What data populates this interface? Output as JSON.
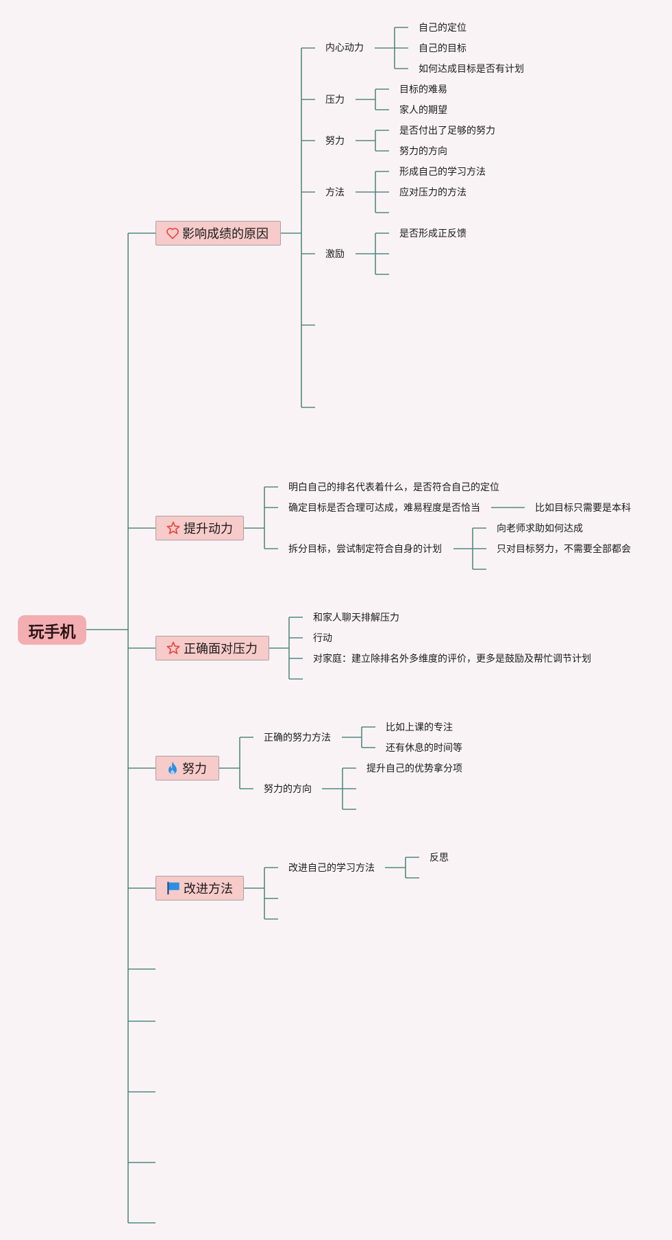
{
  "root": "玩手机",
  "colors": {
    "line": "#4f8a7c",
    "root_fill": "#f3aeb1",
    "topic_fill": "#f6cbca",
    "background": "#faf3f5"
  },
  "topics": [
    {
      "label": "影响成绩的原因",
      "icon": "heart-outline-icon",
      "children": [
        {
          "label": "内心动力",
          "children": [
            "自己的定位",
            "自己的目标",
            "如何达成目标是否有计划"
          ]
        },
        {
          "label": "压力",
          "children": [
            "目标的难易",
            "家人的期望"
          ]
        },
        {
          "label": "努力",
          "children": [
            "是否付出了足够的努力",
            "努力的方向"
          ]
        },
        {
          "label": "方法",
          "children": [
            "形成自己的学习方法",
            "应对压力的方法"
          ]
        },
        {
          "label": "激励",
          "children": [
            "是否形成正反馈"
          ]
        }
      ]
    },
    {
      "label": "提升动力",
      "icon": "star-outline-icon",
      "children": [
        {
          "label": "明白自己的排名代表着什么，是否符合自己的定位"
        },
        {
          "label": "确定目标是否合理可达成，难易程度是否恰当",
          "children": [
            "比如目标只需要是本科"
          ]
        },
        {
          "label": "拆分目标，尝试制定符合自身的计划",
          "children": [
            "向老师求助如何达成",
            "只对目标努力，不需要全部都会"
          ]
        }
      ]
    },
    {
      "label": "正确面对压力",
      "icon": "star-outline-icon",
      "children": [
        {
          "label": "和家人聊天排解压力"
        },
        {
          "label": "行动"
        },
        {
          "label": "对家庭：建立除排名外多维度的评价，更多是鼓励及帮忙调节计划"
        }
      ]
    },
    {
      "label": "努力",
      "icon": "flame-icon",
      "children": [
        {
          "label": "正确的努力方法",
          "children": [
            "比如上课的专注",
            "还有休息的时间等"
          ]
        },
        {
          "label": "努力的方向",
          "children": [
            "提升自己的优势拿分项"
          ]
        }
      ]
    },
    {
      "label": "改进方法",
      "icon": "flag-icon",
      "children": [
        {
          "label": "改进自己的学习方法",
          "children": [
            "反思"
          ]
        }
      ]
    }
  ]
}
